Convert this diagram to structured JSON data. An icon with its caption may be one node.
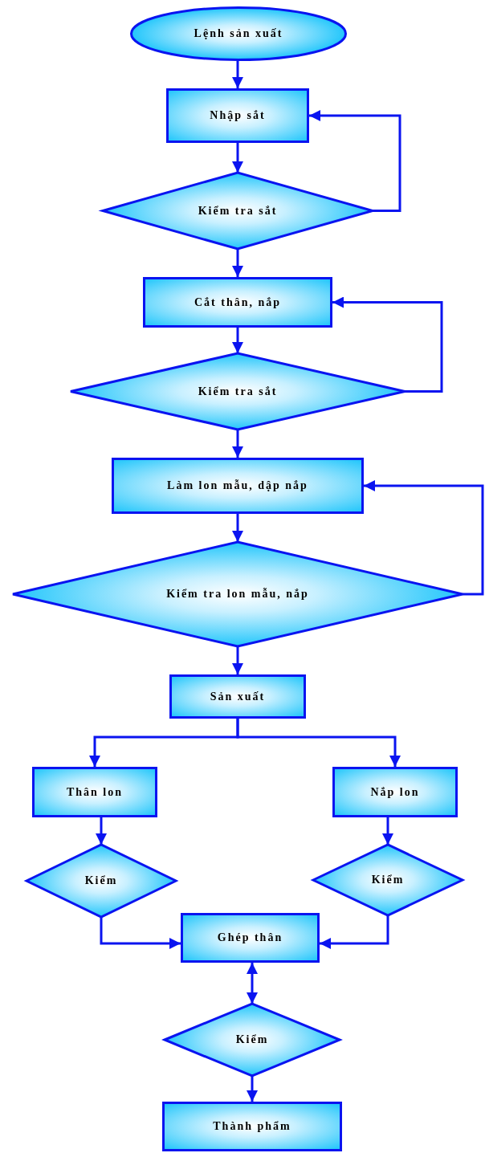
{
  "diagram": {
    "nodes": [
      {
        "text": [
          "Lệnh sản xuất"
        ]
      },
      {
        "text": [
          "Nhập sắt"
        ]
      },
      {
        "text": [
          "Kiểm tra sắt"
        ]
      },
      {
        "text": [
          "Cắt thân, nắp"
        ]
      },
      {
        "text": [
          "Kiểm tra sắt"
        ]
      },
      {
        "text": [
          "Làm lon mẫu, dập nắp"
        ]
      },
      {
        "text": [
          "Kiểm tra lon mẫu, nắp"
        ]
      },
      {
        "text": [
          "Sản xuất"
        ]
      },
      {
        "text": [
          "Thân lon"
        ]
      },
      {
        "text": [
          "Nắp lon"
        ]
      },
      {
        "text": [
          "Kiểm"
        ]
      },
      {
        "text": [
          "Kiểm"
        ]
      },
      {
        "text": [
          "Ghép thân"
        ]
      },
      {
        "text": [
          "Kiểm"
        ]
      },
      {
        "text": [
          "Thành phẩm"
        ]
      }
    ],
    "edges": [
      {
        "from": 0,
        "to": 1,
        "arrow": "to"
      },
      {
        "from": 1,
        "to": 2,
        "arrow": "to"
      },
      {
        "from": 2,
        "to": 1,
        "arrow": "to"
      },
      {
        "from": 2,
        "to": 3,
        "arrow": "to"
      },
      {
        "from": 3,
        "to": 4,
        "arrow": "to"
      },
      {
        "from": 4,
        "to": 3,
        "arrow": "to"
      },
      {
        "from": 4,
        "to": 5,
        "arrow": "to"
      },
      {
        "from": 5,
        "to": 6,
        "arrow": "to"
      },
      {
        "from": 6,
        "to": 5,
        "arrow": "to"
      },
      {
        "from": 6,
        "to": 7,
        "arrow": "to"
      },
      {
        "from": 7,
        "to": 8,
        "arrow": "to"
      },
      {
        "from": 7,
        "to": 9,
        "arrow": "to"
      },
      {
        "from": 8,
        "to": 10,
        "arrow": "to"
      },
      {
        "from": 9,
        "to": 11,
        "arrow": "to"
      },
      {
        "from": 10,
        "to": 12,
        "arrow": "to"
      },
      {
        "from": 11,
        "to": 12,
        "arrow": "to"
      },
      {
        "from": 12,
        "to": 13,
        "arrow": "both"
      },
      {
        "from": 13,
        "to": 14,
        "arrow": "to"
      }
    ]
  }
}
